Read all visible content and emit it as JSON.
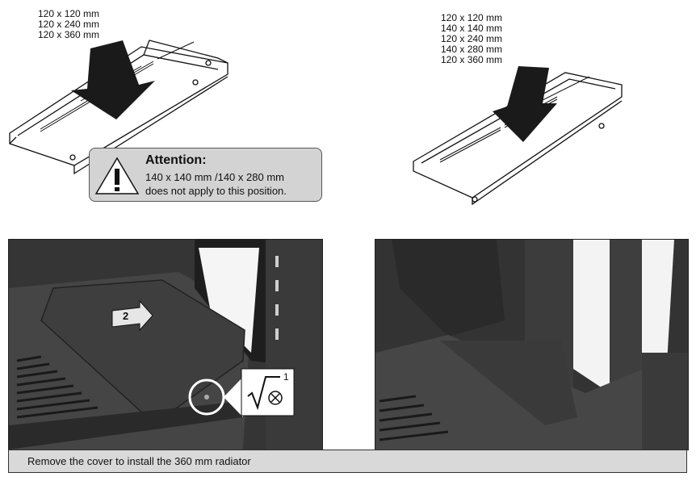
{
  "left_sizes": [
    "120 x 120 mm",
    "120 x 240 mm",
    "120 x 360 mm"
  ],
  "right_sizes": [
    "120 x 120 mm",
    "140 x 140 mm",
    "120 x 240 mm",
    "140 x 280 mm",
    "120 x 360 mm"
  ],
  "attention": {
    "title": "Attention:",
    "line1": "140 x 140 mm /140 x 280 mm",
    "line2": "does not apply to this position.",
    "icon": "warning-triangle-icon"
  },
  "photo_left": {
    "step_arrow_number": "2",
    "callout_number": "1",
    "callout_icon": "screwdriver-icon"
  },
  "caption": "Remove the cover to install the 360 mm radiator"
}
